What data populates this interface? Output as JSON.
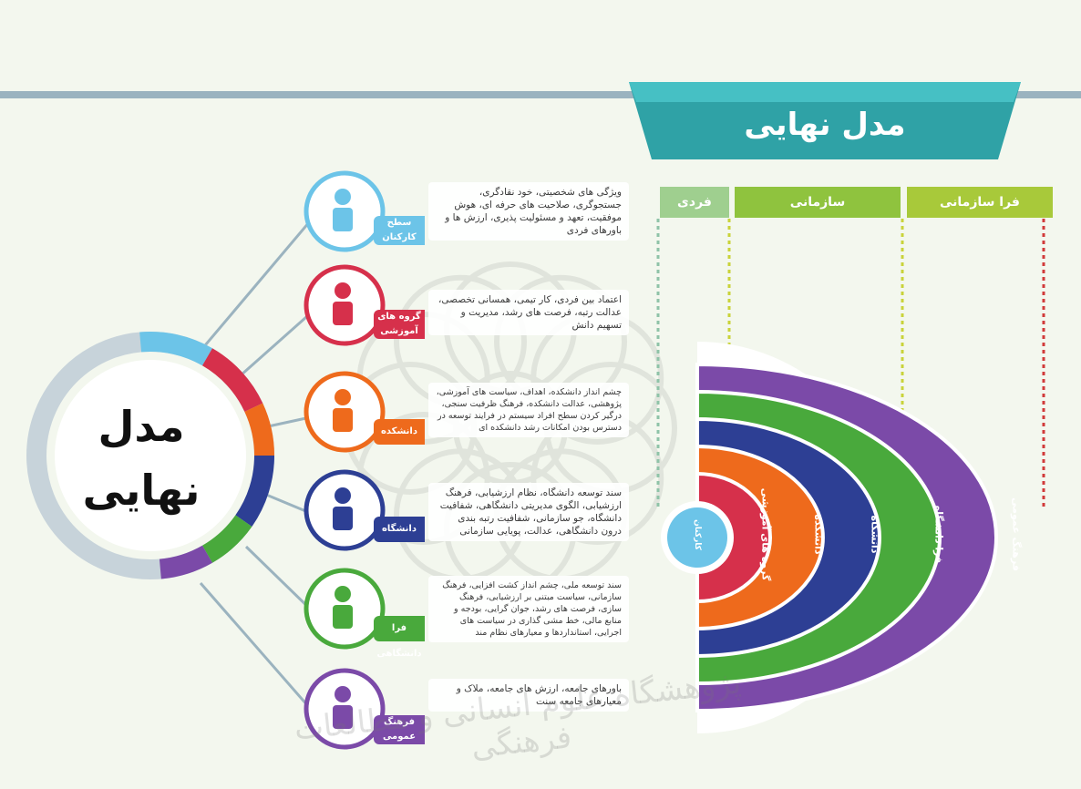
{
  "title_banner": "مدل نهایی",
  "center_title": {
    "line1": "مدل",
    "line2": "نهایی"
  },
  "columns": [
    {
      "key": "meta",
      "label": "فرا سازمانی",
      "color": "#a8c93a",
      "line_color": "#d13b3b"
    },
    {
      "key": "org",
      "label": "سازمانی",
      "color": "#8fc33e",
      "line_color": "#c9d33a"
    },
    {
      "key": "ind",
      "label": "فردی",
      "color": "#9fcf8f",
      "line_color": "#8fc3a8"
    }
  ],
  "levels": [
    {
      "key": "staff",
      "label": "سطح کارکنان",
      "color": "#6cc4e8",
      "icon": "person-icon",
      "desc": "ویژگی های شخصیتی، خود نقادگری، جستجوگری، صلاحیت های حرفه ای، هوش موفقیت، تعهد و مسئولیت پذیری، ارزش ها و باورهای فردی"
    },
    {
      "key": "groups",
      "label": "گروه های آموزشی",
      "color": "#d6304b",
      "icon": "teacher-icon",
      "desc": "اعتماد بین فردی، کار تیمی، همسانی تخصصی، عدالت رتبه، فرصت های رشد، مدیریت و تسهیم دانش"
    },
    {
      "key": "faculty",
      "label": "دانشکده",
      "color": "#ee6a1c",
      "icon": "building-icon",
      "desc": "چشم انداز دانشکده، اهداف، سیاست های آموزشی، پژوهشی، عدالت دانشکده، فرهنگ ظرفیت سنجی، درگیر کردن سطح افراد سیستم در فرایند توسعه در دسترس بودن امکانات رشد دانشکده ای"
    },
    {
      "key": "university",
      "label": "دانشگاه",
      "color": "#2d3f94",
      "icon": "university-icon",
      "desc": "سند توسعه دانشگاه، نظام ارزشیابی، فرهنگ ارزشیابی، الگوی مدیریتی دانشگاهی، شفافیت دانشگاه، جو سازمانی، شفافیت رتبه بندی درون دانشگاهی، عدالت، پویایی سازمانی"
    },
    {
      "key": "beyond",
      "label": "فرا دانشگاهی",
      "color": "#49a93c",
      "icon": "graduation-icon",
      "desc": "سند توسعه ملی، چشم انداز کشت افزایی، فرهنگ سازمانی، سیاست مبتنی بر ارزشیابی، فرهنگ سازی، فرصت های رشد، جوان گرایی، بودجه و منابع مالی، خط مشی گذاری در سیاست های اجرایی، استانداردها و معیارهای نظام مند"
    },
    {
      "key": "culture",
      "label": "فرهنگ عمومی",
      "color": "#7b4aa8",
      "icon": "people-icon",
      "desc": "باورهای جامعه، ارزش های جامعه، ملاک و معیارهای جامعه سنت"
    }
  ],
  "rings": [
    {
      "label": "فرهنگ عمومی",
      "color": "#7b4aa8"
    },
    {
      "label": "فرا دانشگاه",
      "color": "#49a93c"
    },
    {
      "label": "دانشگاه",
      "color": "#2d3f94"
    },
    {
      "label": "دانشکده",
      "color": "#ee6a1c"
    },
    {
      "label": "گروه های آموزشی",
      "color": "#d6304b"
    },
    {
      "label": "کارکنان",
      "color": "#6cc4e8"
    }
  ],
  "watermark": "پژوهشگاه علوم انسانی و مطالعات فرهنگی"
}
